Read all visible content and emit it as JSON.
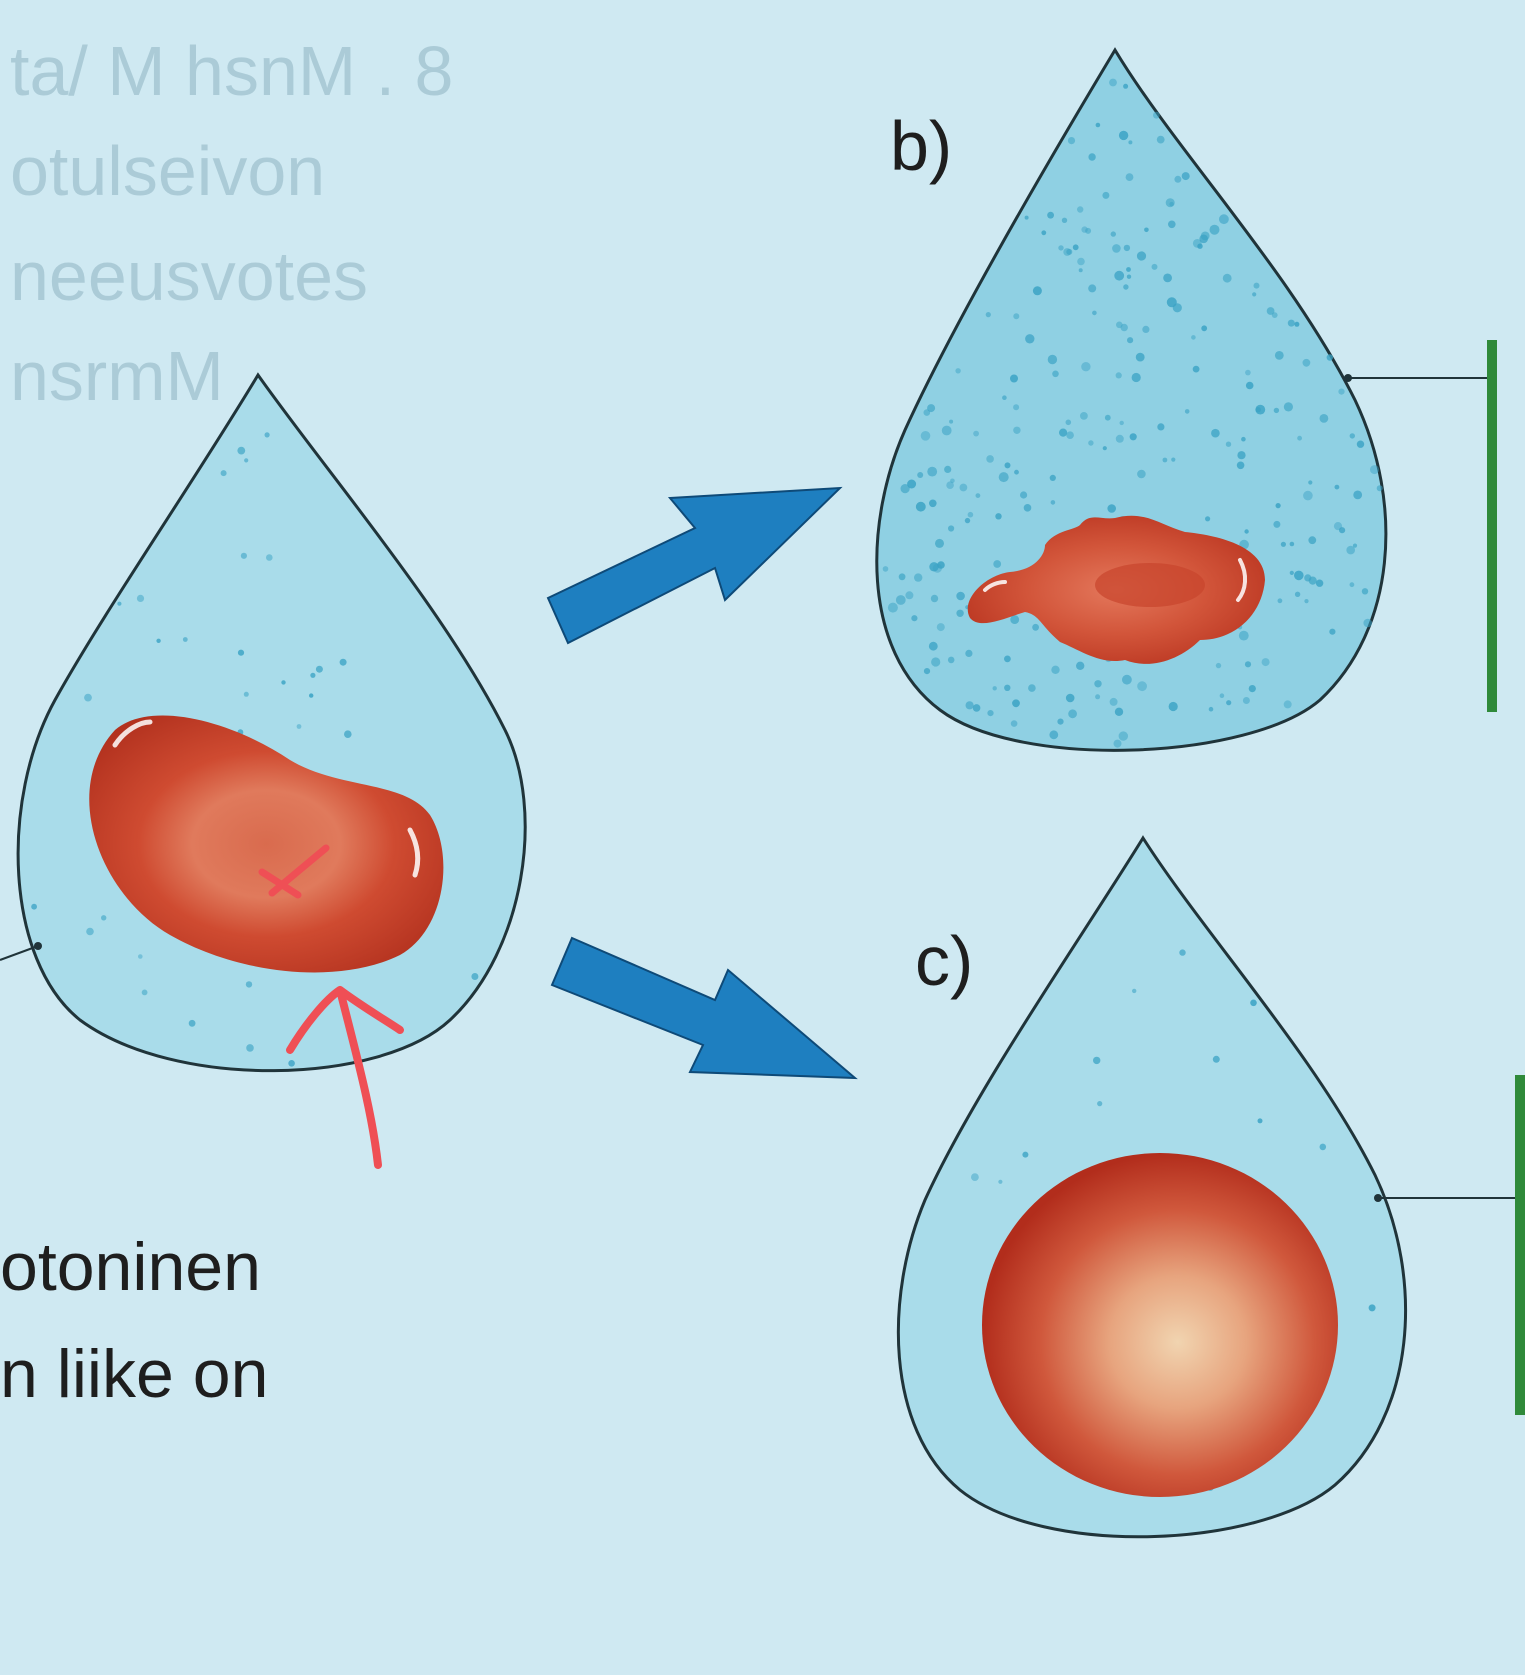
{
  "labels": {
    "b": "b)",
    "c": "c)"
  },
  "page_text": {
    "line1": "otoninen",
    "line2": "n liike on"
  },
  "annotations": {
    "x_mark": "x"
  },
  "colors": {
    "background": "#cfe9f2",
    "drop_fill": "#a9dcea",
    "drop_fill_dense": "#8fd0e3",
    "drop_outline": "#20343a",
    "dot": "#3aa2c4",
    "cell_red": "#c9412a",
    "cell_dark": "#b02f1e",
    "arrow_blue": "#1e7fc0",
    "arrow_outline": "#0e4a78",
    "annotation_red": "#ef4f55",
    "bracket_green": "#2f8a3a"
  },
  "icons": {
    "arrow_to_b": "block-arrow-icon",
    "arrow_to_c": "block-arrow-icon"
  }
}
